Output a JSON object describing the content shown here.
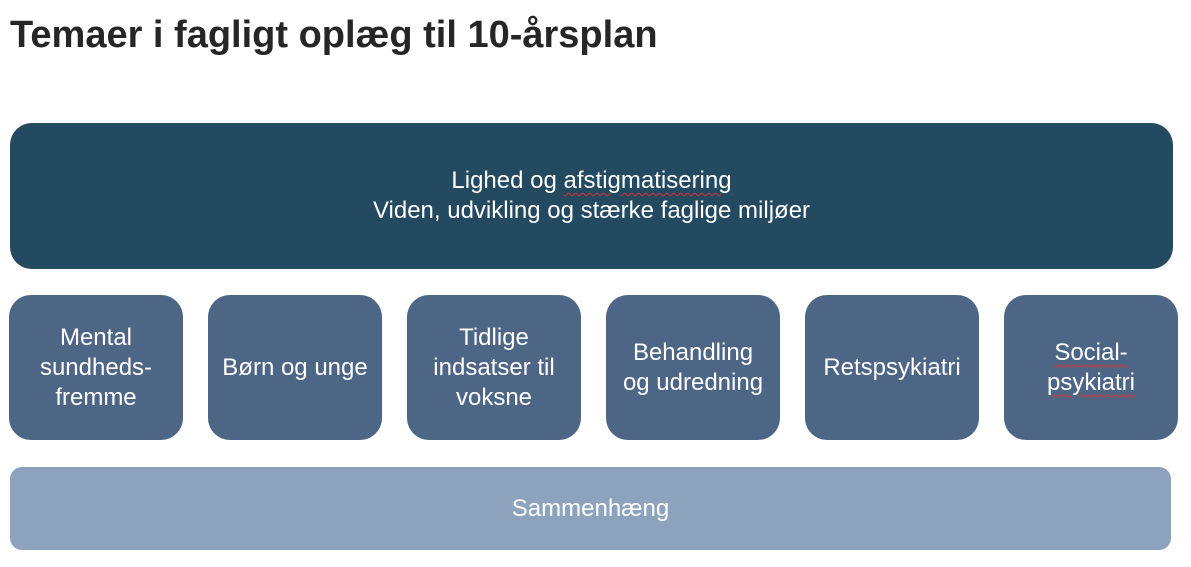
{
  "title": "Temaer i fagligt oplæg til 10-årsplan",
  "top": {
    "line1_prefix": "Lighed og ",
    "line1_word": "afstigmatisering",
    "line2": "Viden, udvikling og stærke faglige miljøer"
  },
  "themes": [
    {
      "label": "Mental\nsundheds-\nfremme"
    },
    {
      "label": "Børn og unge"
    },
    {
      "label": "Tidlige\nindsatser til\nvoksne"
    },
    {
      "label": "Behandling\nog udredning"
    },
    {
      "label": "Retspsykiatri"
    },
    {
      "label": "Social-\npsykiatri"
    }
  ],
  "bottom": {
    "label": "Sammenhæng"
  },
  "colors": {
    "top_box": "#234a61",
    "theme_box": "#4e6686",
    "bottom_box": "#8da3bd",
    "title_text": "#262626"
  }
}
